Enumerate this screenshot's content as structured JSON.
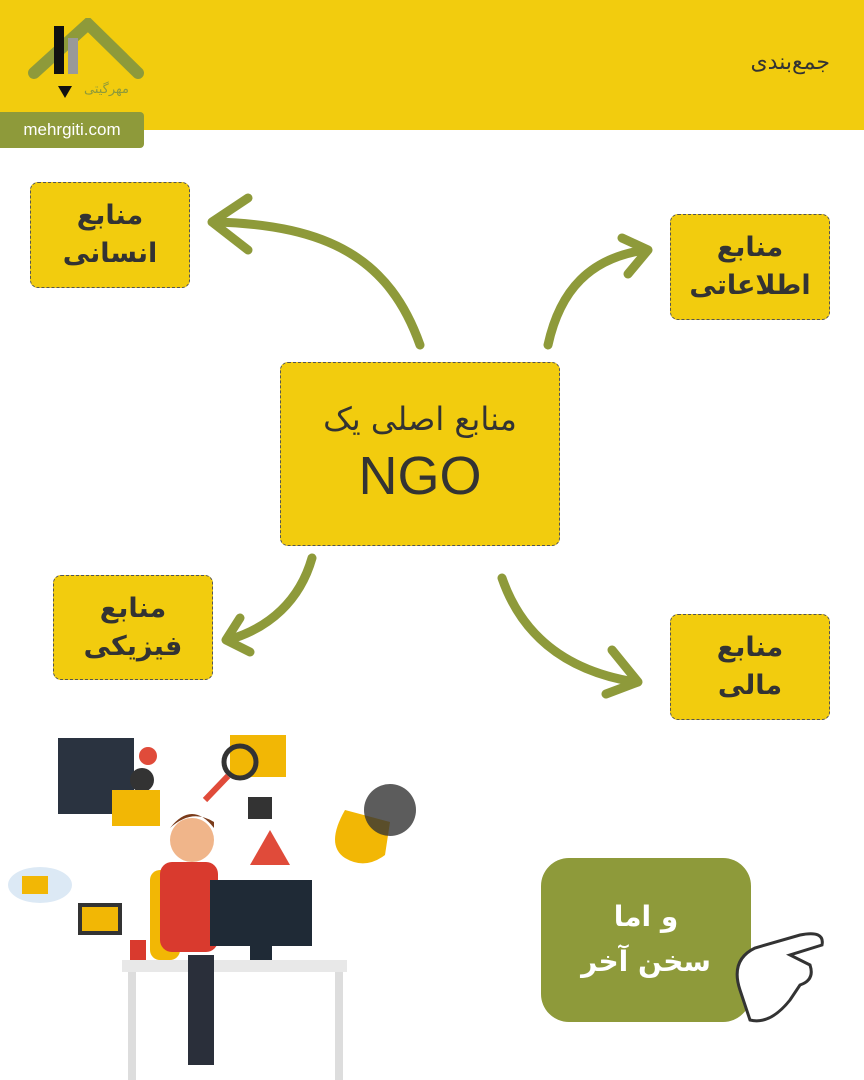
{
  "header": {
    "title": "جمع‌بندی",
    "logo_text": "مهرگیتی",
    "site": "mehrgiti.com"
  },
  "center": {
    "line1": "منابع اصلی یک",
    "line2": "NGO"
  },
  "nodes": [
    {
      "line1": "منابع",
      "line2": "انسانی"
    },
    {
      "line1": "منابع",
      "line2": "اطلاعاتی"
    },
    {
      "line1": "منابع",
      "line2": "فیزیکی"
    },
    {
      "line1": "منابع",
      "line2": "مالی"
    }
  ],
  "callout": {
    "line1": "و اما",
    "line2": "سخن آخر"
  },
  "colors": {
    "yellow": "#F2CC0E",
    "olive": "#8E9A3A"
  }
}
